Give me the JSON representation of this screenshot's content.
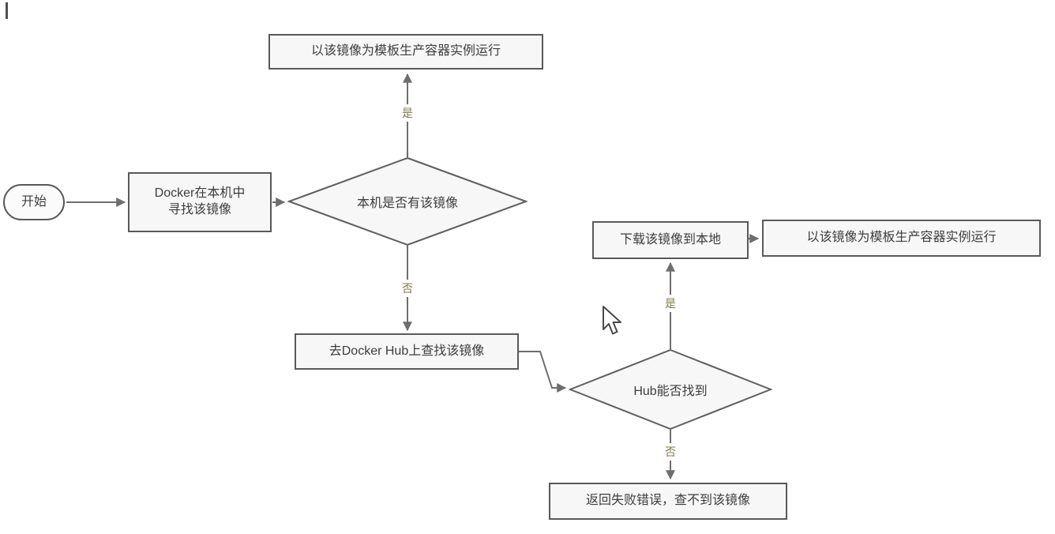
{
  "diagram": {
    "title": "Docker image lookup flowchart",
    "nodes": {
      "start": {
        "label": "开始"
      },
      "find_local": {
        "lines": [
          "Docker在本机中",
          "寻找该镜像"
        ]
      },
      "local_decision": {
        "label": "本机是否有该镜像"
      },
      "run_top": {
        "label": "以该镜像为模板生产容器实例运行"
      },
      "search_hub": {
        "label": "去Docker Hub上查找该镜像"
      },
      "hub_decision": {
        "label": "Hub能否找到"
      },
      "download": {
        "label": "下载该镜像到本地"
      },
      "run_right": {
        "label": "以该镜像为模板生产容器实例运行"
      },
      "fail": {
        "label": "返回失败错误，查不到该镜像"
      }
    },
    "edge_labels": {
      "local_yes": "是",
      "local_no": "否",
      "hub_yes": "是",
      "hub_no": "否"
    },
    "colors": {
      "node_fill": "#f7f7f7",
      "node_border": "#595959",
      "edge": "#6e6e6e",
      "text": "#3d3d3d",
      "edge_label": "#7d784e",
      "background": "#ffffff"
    },
    "icons": {
      "pointer": "arrow-pointer-icon",
      "caret": "text-caret-icon"
    }
  }
}
